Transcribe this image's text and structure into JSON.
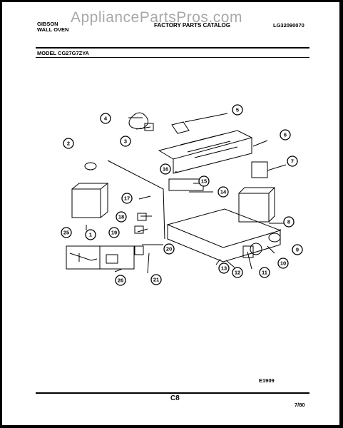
{
  "header": {
    "brand": "GIBSON",
    "product": "WALL OVEN",
    "catalog_title": "FACTORY PARTS CATALOG",
    "catalog_number": "LG32090070",
    "watermark": "AppliancePartsPros.com"
  },
  "model_line": "MODEL CG27G7ZYA",
  "diagram": {
    "callouts": [
      "1",
      "2",
      "3",
      "4",
      "5",
      "6",
      "7",
      "8",
      "9",
      "10",
      "11",
      "12",
      "13",
      "14",
      "15",
      "16",
      "17",
      "18",
      "19",
      "20",
      "21",
      "25",
      "26"
    ],
    "figure_code": "E1909"
  },
  "footer": {
    "page": "C8",
    "date": "7/80"
  }
}
